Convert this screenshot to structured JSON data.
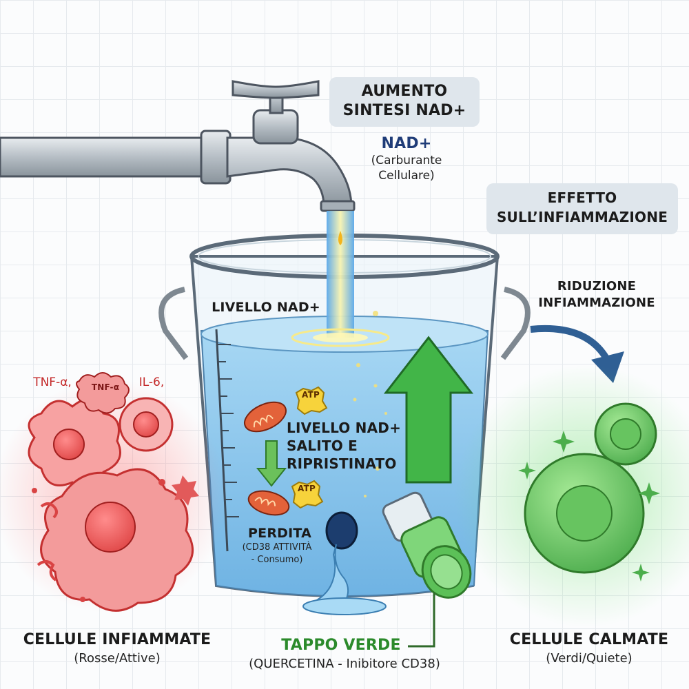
{
  "top_box": {
    "line1": "AUMENTO",
    "line2": "SINTESI NAD+"
  },
  "nad": {
    "title": "NAD+",
    "line1": "(Carburante",
    "line2": "Cellulare)"
  },
  "effect_box": {
    "line1": "EFFETTO",
    "line2": "SULL’INFIAMMAZIONE"
  },
  "reduction": {
    "line1": "RIDUZIONE",
    "line2": "INFIAMMAZIONE"
  },
  "bucket": {
    "level_label": "LIVELLO NAD+",
    "restored": {
      "line1": "LIVELLO NAD+",
      "line2": "SALITO E",
      "line3": "RIPRISTINATO"
    },
    "atp": "ATP",
    "loss": {
      "title": "PERDITA",
      "line1": "(CD38 ATTIVITÀ",
      "line2": "- Consumo)"
    }
  },
  "cytokines": {
    "a": "TNF-α,",
    "b": "TNF-α",
    "c": "IL-6,"
  },
  "inflamed": {
    "title": "CELLULE INFIAMMATE",
    "subtitle": "(Rosse/Attive)"
  },
  "green_cap": {
    "title": "TAPPO VERDE",
    "subtitle": "(QUERCETINA - Inibitore CD38)"
  },
  "calm": {
    "title": "CELLULE CALMATE",
    "subtitle": "(Verdi/Quiete)"
  },
  "colors": {
    "red": "#d93b3b",
    "green": "#4caf50",
    "water": "#8cc8ec",
    "nad_blue": "#1f3c78"
  }
}
